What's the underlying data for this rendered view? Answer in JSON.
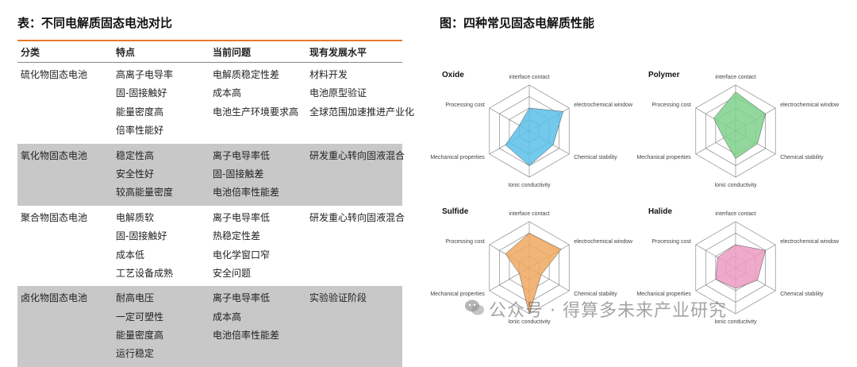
{
  "table": {
    "title": "表：不同电解质固态电池对比",
    "headers": [
      "分类",
      "特点",
      "当前问题",
      "现有发展水平"
    ],
    "groups": [
      {
        "category": "硫化物固态电池",
        "features": [
          "高离子电导率",
          "固-固接触好",
          "能量密度高",
          "倍率性能好"
        ],
        "problems": [
          "电解质稳定性差",
          "成本高",
          "电池生产环境要求高"
        ],
        "status": [
          "材料开发",
          "电池原型验证",
          "全球范围加速推进产业化"
        ],
        "shaded": false
      },
      {
        "category": "氧化物固态电池",
        "features": [
          "稳定性高",
          "安全性好",
          "较高能量密度"
        ],
        "problems": [
          "离子电导率低",
          "固-固接触差",
          "电池倍率性能差"
        ],
        "status": [
          "研发重心转向固液混合"
        ],
        "shaded": true
      },
      {
        "category": "聚合物固态电池",
        "features": [
          "电解质软",
          "固-固接触好",
          "成本低",
          "工艺设备成熟"
        ],
        "problems": [
          "离子电导率低",
          "热稳定性差",
          "电化学窗口窄",
          "安全问题"
        ],
        "status": [
          "研发重心转向固液混合"
        ],
        "shaded": false
      },
      {
        "category": "卤化物固态电池",
        "features": [
          "耐高电压",
          "一定可塑性",
          "能量密度高",
          "运行稳定"
        ],
        "problems": [
          "离子电导率低",
          "成本高",
          "电池倍率性能差"
        ],
        "status": [
          "实验验证阶段"
        ],
        "shaded": true
      }
    ]
  },
  "figure": {
    "title": "图：四种常见固态电解质性能",
    "axes": [
      "interface contact",
      "electrochemical window",
      "Chemical stability",
      "Ionic conductivity",
      "Mechanical properties",
      "Processing cost"
    ],
    "radars": [
      {
        "name": "Oxide",
        "color": "#5bc0e8",
        "values": [
          0.5,
          0.85,
          0.6,
          0.75,
          0.6,
          0.25
        ]
      },
      {
        "name": "Polymer",
        "color": "#7fd18c",
        "values": [
          0.85,
          0.75,
          0.55,
          0.6,
          0.3,
          0.55
        ]
      },
      {
        "name": "Sulfide",
        "color": "#f0a860",
        "values": [
          0.75,
          0.8,
          0.3,
          1.0,
          0.25,
          0.6
        ]
      },
      {
        "name": "Halide",
        "color": "#eb9ac2",
        "values": [
          0.5,
          0.75,
          0.55,
          0.45,
          0.5,
          0.45
        ]
      }
    ]
  },
  "watermark": {
    "text": "公众号 · 得算多未来产业研究",
    "icon": "wechat-icon"
  }
}
